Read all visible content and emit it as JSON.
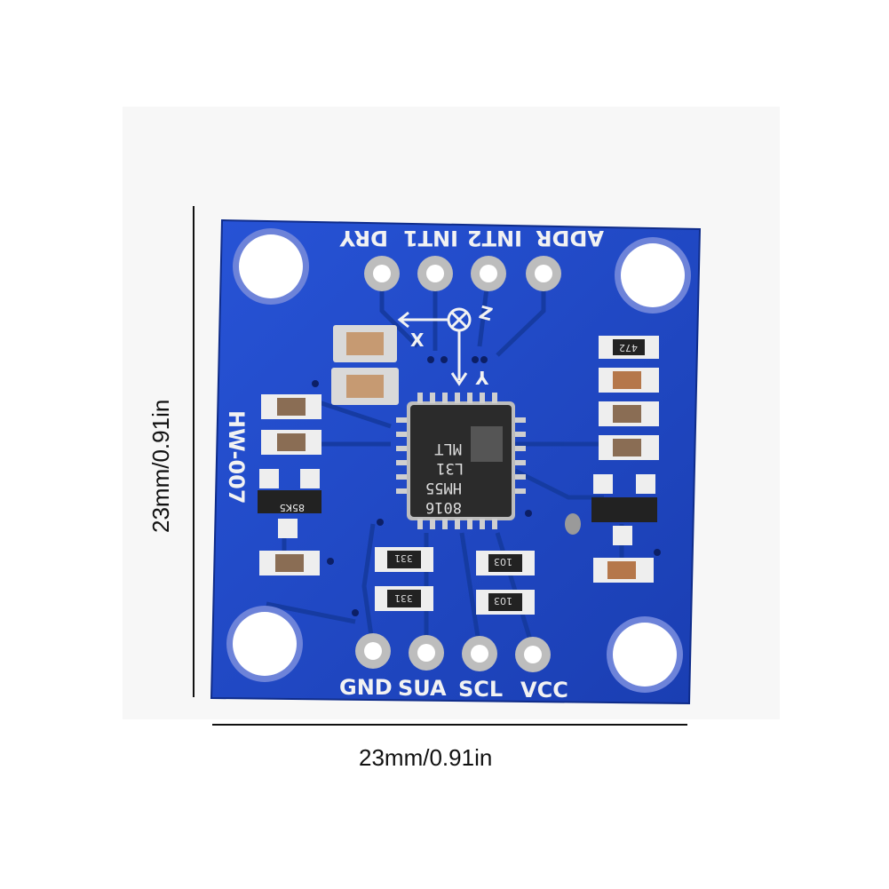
{
  "dimensions": {
    "width_label": "23mm/0.91in",
    "height_label": "23mm/0.91in"
  },
  "board": {
    "model_label": "HW-007",
    "top_pins": [
      "ADDR",
      "INT2",
      "INT1",
      "DRY"
    ],
    "bottom_pins": [
      "GND",
      "SUA",
      "SCL",
      "VCC"
    ],
    "axes": {
      "x": "X",
      "y": "Y",
      "z": "Z"
    },
    "chip_marking": [
      "MLT",
      "L31",
      "HM55",
      "8016"
    ],
    "resistor_codes": [
      "472",
      "331",
      "331",
      "103",
      "103",
      "85K5"
    ]
  },
  "colors": {
    "pcb": "#1f49c4",
    "trace": "#1d3fa8",
    "silkscreen": "#f2f2f2",
    "chip": "#2b2b2b"
  }
}
